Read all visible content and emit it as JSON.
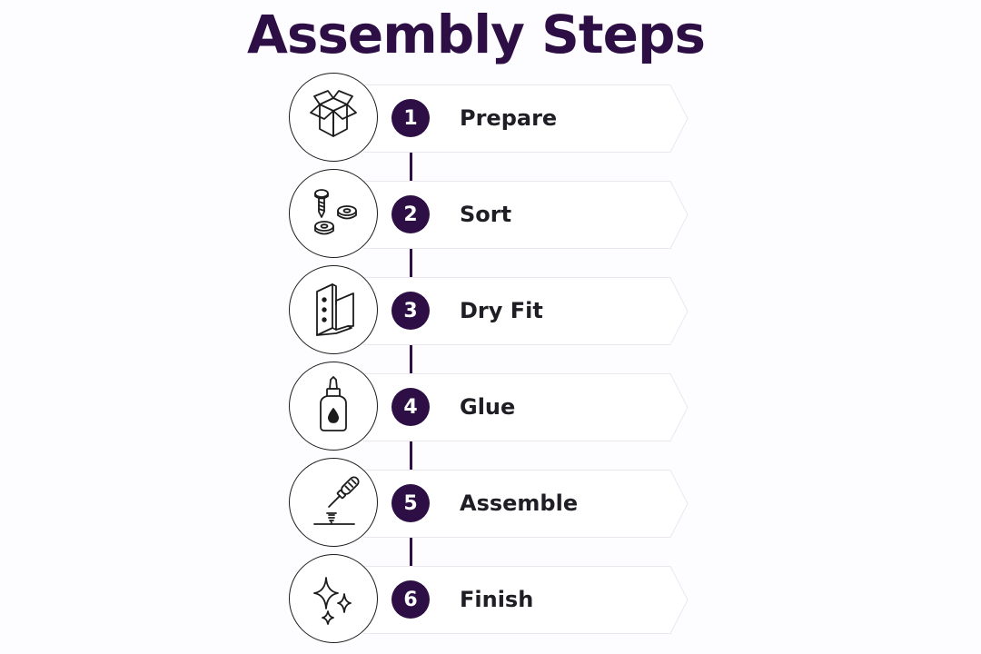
{
  "title": "Assembly Steps",
  "colors": {
    "accent": "#2d0f45",
    "icon_stroke": "#1c1c1c",
    "label_text": "#1e1e24",
    "banner_fill": "#ffffff",
    "banner_stroke": "#ebe7ef"
  },
  "steps": [
    {
      "number": "1",
      "label": "Prepare",
      "icon": "open-box-icon"
    },
    {
      "number": "2",
      "label": "Sort",
      "icon": "screw-and-washers-icon"
    },
    {
      "number": "3",
      "label": "Dry Fit",
      "icon": "corner-bracket-icon"
    },
    {
      "number": "4",
      "label": "Glue",
      "icon": "glue-bottle-icon"
    },
    {
      "number": "5",
      "label": "Assemble",
      "icon": "screwdriver-icon"
    },
    {
      "number": "6",
      "label": "Finish",
      "icon": "sparkles-icon"
    }
  ]
}
